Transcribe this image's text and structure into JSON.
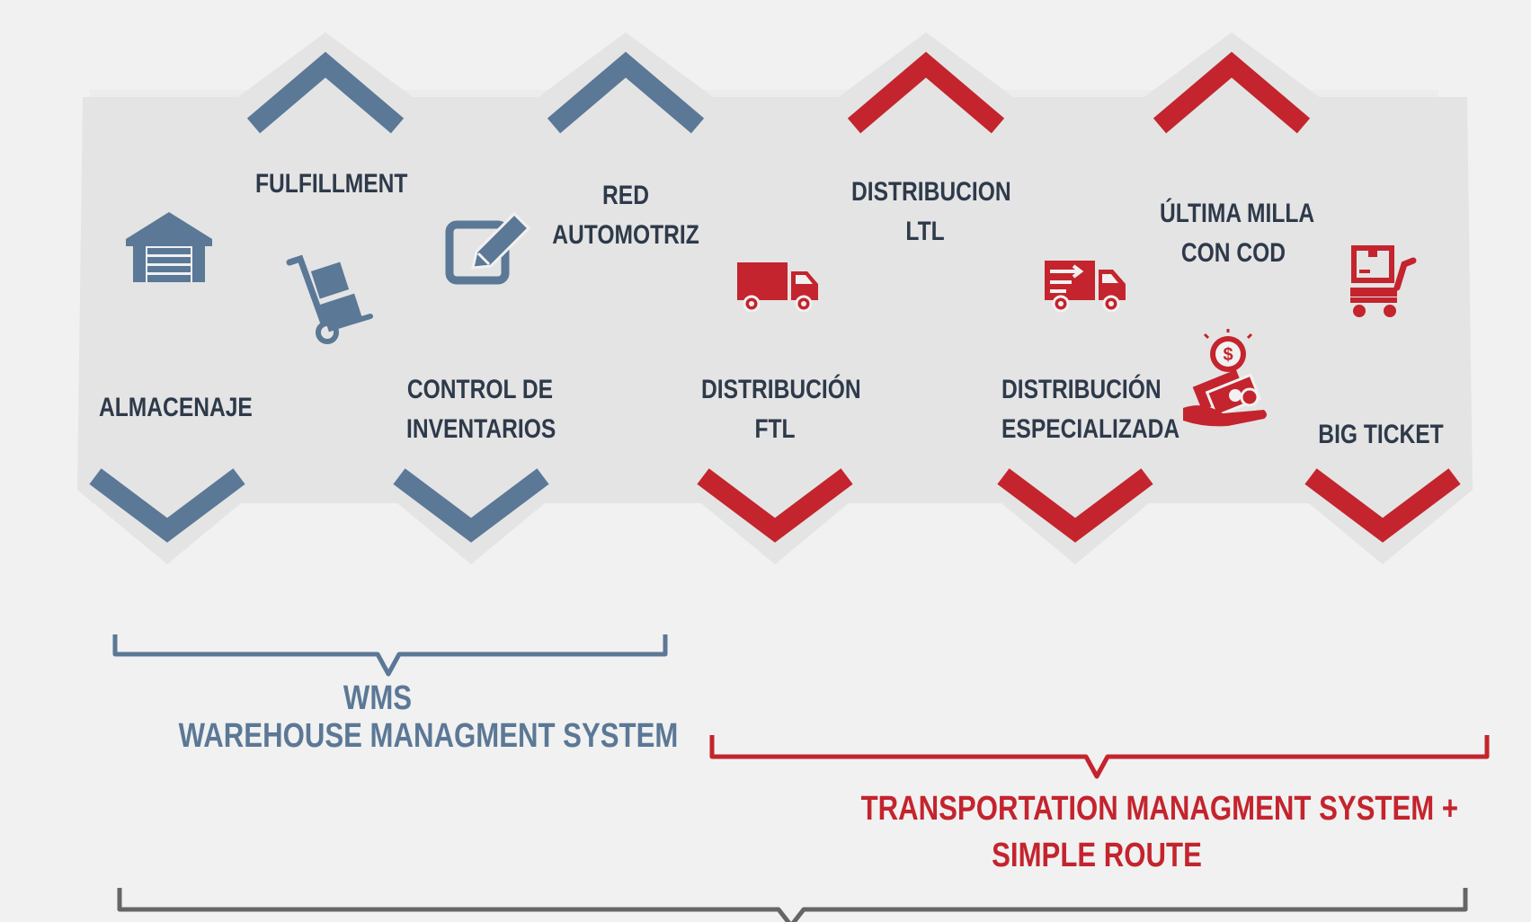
{
  "colors": {
    "blue": "#5b7896",
    "red": "#c4242d",
    "text_dark": "#2e3a4a",
    "panel": "#e4e4e4",
    "bracket_gray": "#666666"
  },
  "items": [
    {
      "id": "almacenaje",
      "lines": [
        "ALMACENAJE"
      ],
      "orientation": "down",
      "color": "blue",
      "icon": "warehouse-icon"
    },
    {
      "id": "fulfillment",
      "lines": [
        "FULFILLMENT"
      ],
      "orientation": "up",
      "color": "blue",
      "icon": "hand-truck-icon"
    },
    {
      "id": "control-inventarios",
      "lines": [
        "CONTROL DE",
        "INVENTARIOS"
      ],
      "orientation": "down",
      "color": "blue",
      "icon": "edit-form-icon"
    },
    {
      "id": "red-automotriz",
      "lines": [
        "RED",
        "AUTOMOTRIZ"
      ],
      "orientation": "up",
      "color": "blue",
      "icon": ""
    },
    {
      "id": "distribucion-ftl",
      "lines": [
        "DISTRIBUCIÓN",
        "FTL"
      ],
      "orientation": "down",
      "color": "red",
      "icon": "truck-icon"
    },
    {
      "id": "distribucion-ltl",
      "lines": [
        "DISTRIBUCION",
        "LTL"
      ],
      "orientation": "up",
      "color": "red",
      "icon": ""
    },
    {
      "id": "distribucion-especializada",
      "lines": [
        "DISTRIBUCIÓN",
        "ESPECIALIZADA"
      ],
      "orientation": "down",
      "color": "red",
      "icon": "fast-truck-icon"
    },
    {
      "id": "ultima-milla",
      "lines": [
        "ÚLTIMA MILLA",
        "CON COD"
      ],
      "orientation": "up",
      "color": "red",
      "icon": "cash-hand-icon"
    },
    {
      "id": "big-ticket",
      "lines": [
        "BIG TICKET"
      ],
      "orientation": "down",
      "color": "red",
      "icon": "cart-box-icon"
    }
  ],
  "wms": {
    "line1": "WMS",
    "line2": "WAREHOUSE MANAGMENT SYSTEM"
  },
  "tms": {
    "line1": "TRANSPORTATION MANAGMENT SYSTEM +",
    "line2": "SIMPLE ROUTE"
  }
}
